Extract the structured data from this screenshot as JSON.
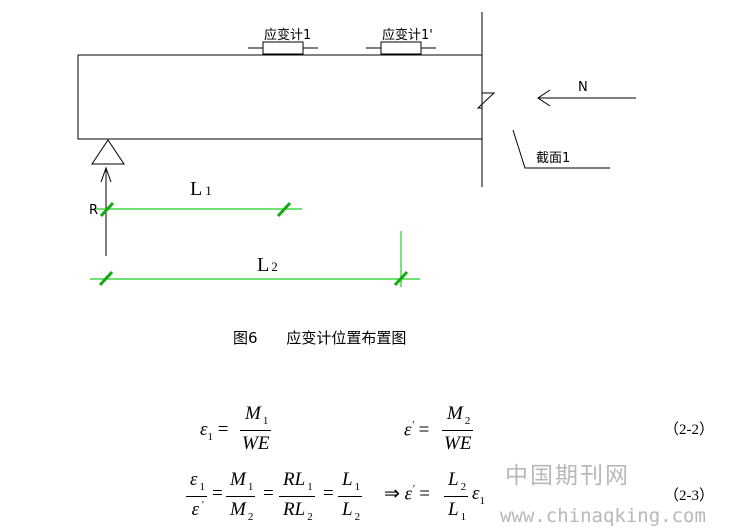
{
  "figure": {
    "gauge1_label": "应变计1",
    "gauge1p_label": "应变计1'",
    "force_label": "N",
    "section_label": "截面1",
    "reaction_label": "R",
    "L1_label": "L",
    "L1_sub": "1",
    "L2_label": "L",
    "L2_sub": "2",
    "caption_number": "图6",
    "caption_text": "应变计位置布置图"
  },
  "equations": {
    "eq1": {
      "eps1": "ε",
      "eps1_sub": "1",
      "M1": "M",
      "M1_sub": "1",
      "WE": "WE",
      "epsp": "ε",
      "epsp_sup": "'",
      "M2": "M",
      "M2_sub": "2",
      "WE2": "WE",
      "number": "（2-2）"
    },
    "eq2": {
      "num1": "ε",
      "num1_sub": "1",
      "den1": "ε",
      "den1_sup": "'",
      "M1": "M",
      "M1_sub": "1",
      "M2": "M",
      "M2_sub": "2",
      "RL1": "RL",
      "RL1_sub": "1",
      "RL2": "RL",
      "RL2_sub": "2",
      "L1": "L",
      "L1_sub": "1",
      "L2": "L",
      "L2_sub": "2",
      "implies": "⇒",
      "epsp": "ε",
      "epsp_sup": "'",
      "rL2": "L",
      "rL2_sub": "2",
      "rL1": "L",
      "rL1_sub": "1",
      "eps1": "ε",
      "eps1_sub": "1",
      "number": "（2-3）"
    }
  },
  "watermark": {
    "line1": "中国期刊网",
    "line2": "www.chinaqking.com"
  },
  "colors": {
    "dimension_green": "#22cc22",
    "tick_green": "#11aa11",
    "watermark_gray": "#b8b8b8"
  }
}
